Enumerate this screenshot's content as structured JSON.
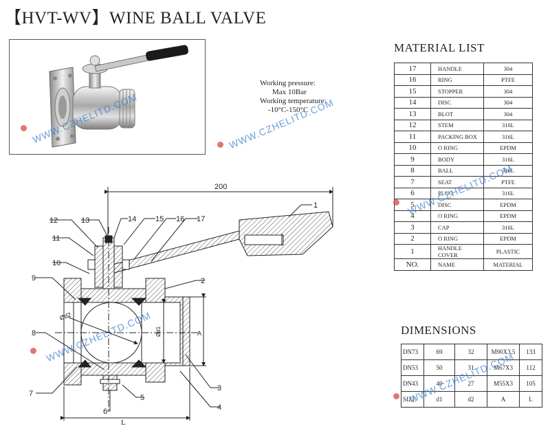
{
  "title": "【HVT-WV】WINE BALL VALVE",
  "working": {
    "line1": "Working pressure:",
    "line2": "Max 10Bar",
    "line3": "Working temperature:",
    "line4": "-10°C-150°C"
  },
  "material_list": {
    "title": "MATERIAL LIST",
    "rows": [
      {
        "no": "17",
        "name": "HANDLE",
        "material": "304"
      },
      {
        "no": "16",
        "name": "RING",
        "material": "PTFE"
      },
      {
        "no": "15",
        "name": "STOPPER",
        "material": "304"
      },
      {
        "no": "14",
        "name": "DISC",
        "material": "304"
      },
      {
        "no": "13",
        "name": "BLOT",
        "material": "304"
      },
      {
        "no": "12",
        "name": "STEM",
        "material": "316L"
      },
      {
        "no": "11",
        "name": "PACKING BOX",
        "material": "316L"
      },
      {
        "no": "10",
        "name": "O RING",
        "material": "EPDM"
      },
      {
        "no": "9",
        "name": "BODY",
        "material": "316L"
      },
      {
        "no": "8",
        "name": "BALL",
        "material": "316L"
      },
      {
        "no": "7",
        "name": "SEAT",
        "material": "PTFE"
      },
      {
        "no": "6",
        "name": "PLUG",
        "material": "316L"
      },
      {
        "no": "5",
        "name": "DISC",
        "material": "EPDM"
      },
      {
        "no": "4",
        "name": "O RING",
        "material": "EPDM"
      },
      {
        "no": "3",
        "name": "CAP",
        "material": "316L"
      },
      {
        "no": "2",
        "name": "O RING",
        "material": "EPDM"
      },
      {
        "no": "1",
        "name": "HANDLE COVER",
        "material": "PLASTIC"
      }
    ],
    "header": {
      "no": "NO.",
      "name": "NAME",
      "material": "MATERIAL"
    }
  },
  "dimensions": {
    "title": "DIMENSIONS",
    "rows": [
      [
        "DN73",
        "69",
        "32",
        "M90X3.5",
        "133"
      ],
      [
        "DN53",
        "50",
        "31",
        "M67X3",
        "112"
      ],
      [
        "DN43",
        "40",
        "27",
        "M55X3",
        "105"
      ]
    ],
    "header": [
      "SIZE",
      "d1",
      "d2",
      "A",
      "L"
    ]
  },
  "drawing": {
    "dim_200": "200",
    "dim_L": "L",
    "dim_A": "A",
    "dim_d1": "Ød1",
    "dim_d2": "Ød2",
    "callouts": [
      "1",
      "2",
      "3",
      "4",
      "5",
      "6",
      "7",
      "8",
      "9",
      "10",
      "11",
      "12",
      "13",
      "14",
      "15",
      "16",
      "17"
    ]
  },
  "watermark": "WWW.CZHELITD.COM"
}
